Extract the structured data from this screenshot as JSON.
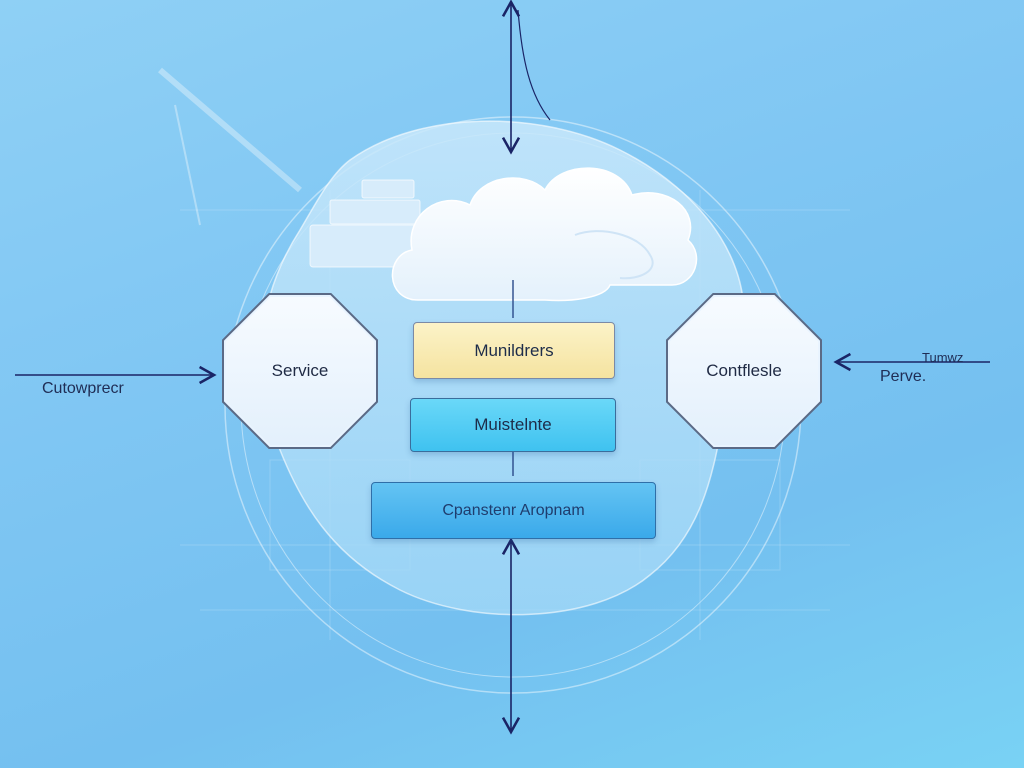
{
  "diagram": {
    "nodes": {
      "left": "Service",
      "right": "Contflesle"
    },
    "layers": {
      "top": "Munildrers",
      "middle": "Muistelnte",
      "bottom": "Cpanstenr Aropnam"
    },
    "labels": {
      "left_input": "Cutowprecr",
      "right_input_top": "Tumwz",
      "right_input_bottom": "Perve."
    }
  },
  "colors": {
    "background": "#7fc6f3",
    "arrow": "#1a2466",
    "layer_yellow": "#f5e3a0",
    "layer_cyan": "#3fc2f0",
    "layer_blue": "#3aa9ea",
    "node_fill": "#e9f4ff"
  }
}
